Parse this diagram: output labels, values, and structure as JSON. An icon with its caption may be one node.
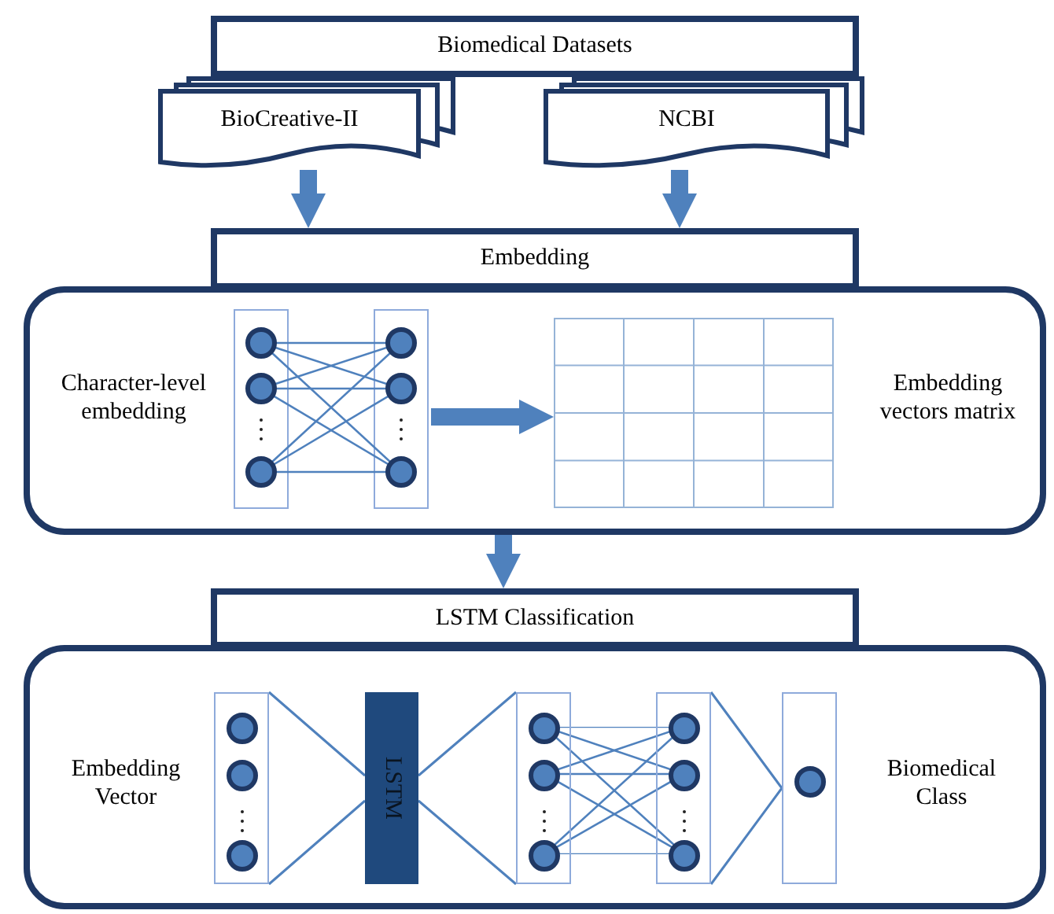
{
  "diagram": {
    "nodes": [
      {
        "text": [
          "Biomedical Datasets"
        ]
      },
      {
        "text": [
          "BioCreative-II"
        ]
      },
      {
        "text": [
          "NCBI"
        ]
      },
      {
        "text": [
          "Embedding"
        ]
      },
      {
        "text": [],
        "shape": "box"
      },
      {
        "text": [
          "Character-level embedding"
        ],
        "in": 4
      },
      {
        "text": [],
        "shape": "picture",
        "in": 4
      },
      {
        "text": [],
        "shape": "grid",
        "in": 4
      },
      {
        "text": [
          "Embedding vectors matrix"
        ],
        "in": 4
      },
      {
        "text": [
          "LSTM Classification"
        ]
      },
      {
        "text": [],
        "shape": "box"
      },
      {
        "text": [
          "Embedding Vector"
        ],
        "in": 10
      },
      {
        "text": [],
        "shape": "box",
        "in": 10
      },
      {
        "text": [
          "LSTM"
        ],
        "in": 10
      },
      {
        "text": [],
        "shape": "box",
        "in": 10
      },
      {
        "text": [],
        "shape": "box",
        "in": 10
      },
      {
        "text": [],
        "shape": "box",
        "in": 10
      },
      {
        "text": [
          "Biomedical Class"
        ],
        "in": 10
      }
    ],
    "edges": [
      {
        "from": 1,
        "to": 3,
        "arrow": "to"
      },
      {
        "from": 2,
        "to": 3,
        "arrow": "to"
      },
      {
        "from": 6,
        "to": 7,
        "arrow": "to"
      },
      {
        "from": 4,
        "to": 9,
        "arrow": "to"
      },
      {
        "from": 12,
        "to": 13,
        "arrow": "none"
      },
      {
        "from": 13,
        "to": 14,
        "arrow": "none"
      },
      {
        "from": 15,
        "to": 16,
        "arrow": "none"
      }
    ]
  }
}
